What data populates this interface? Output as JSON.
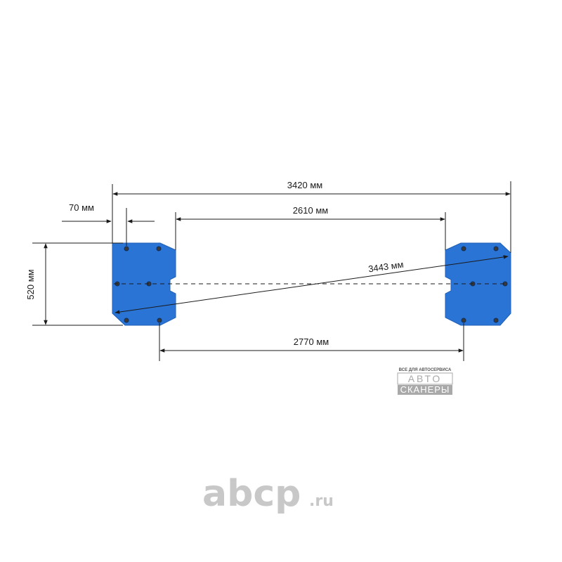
{
  "dimensions": {
    "overall_length": "3420 мм",
    "inner_gap": "2610 мм",
    "diagonal": "3443 мм",
    "bolt_span": "2770 мм",
    "offset": "70 мм",
    "plate_width": "520 мм"
  },
  "colors": {
    "plate": "#2a74d6",
    "plate_edge": "#1f5fb5",
    "line": "#1a1a1a",
    "watermark": "#c8c8c8",
    "brand_box": "#a9a9a9"
  },
  "brand": {
    "tagline": "ВСЕ ДЛЯ АВТОСЕРВИСА",
    "line1": "АВТО",
    "line2": "СКАНЕРЫ"
  },
  "watermark": {
    "name": "abcp",
    "tld": ".ru"
  }
}
